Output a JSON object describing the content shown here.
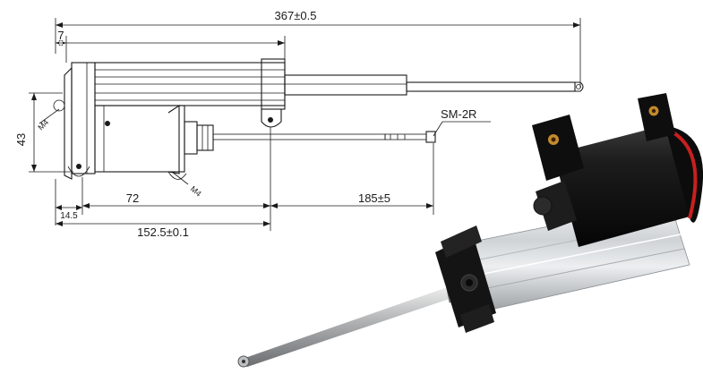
{
  "drawing": {
    "dimensions": {
      "overall_length": "367±0.5",
      "offset_top": "7",
      "height": "43",
      "base_offset": "14.5",
      "motor_length": "72",
      "body_length": "152.5±0.1",
      "cable_length": "185±5",
      "connector": "SM-2R",
      "thread_left": "M4",
      "thread_right": "M4"
    }
  },
  "colors": {
    "line": "#1a1a1a",
    "aluminum": "#d9dcde",
    "motor": "#151515"
  }
}
